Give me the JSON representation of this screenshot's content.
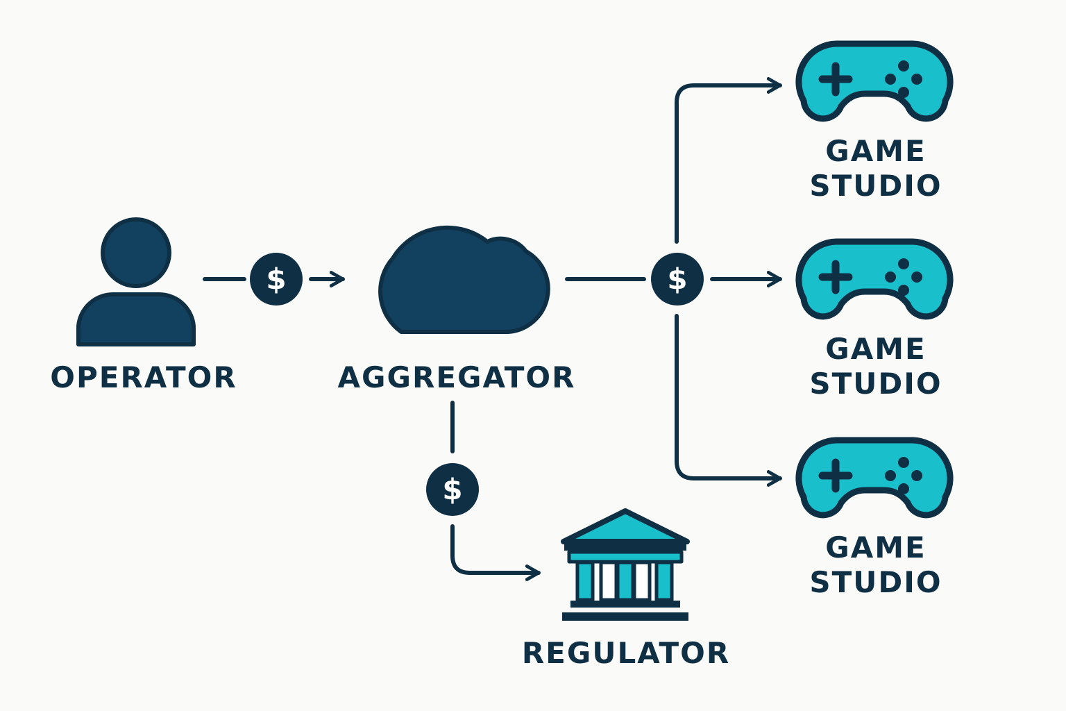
{
  "colors": {
    "background": "#fafaf8",
    "navy": "#0f2f45",
    "navy_fill": "#12415f",
    "teal": "#19bfca",
    "white": "#ffffff"
  },
  "nodes": {
    "operator": {
      "label": "OPERATOR",
      "icon": "person-icon"
    },
    "aggregator": {
      "label": "AGGREGATOR",
      "icon": "cloud-icon"
    },
    "regulator": {
      "label": "REGULATOR",
      "icon": "bank-building-icon"
    },
    "studios": [
      {
        "label_line1": "GAME",
        "label_line2": "STUDIO",
        "icon": "gamepad-icon"
      },
      {
        "label_line1": "GAME",
        "label_line2": "STUDIO",
        "icon": "gamepad-icon"
      },
      {
        "label_line1": "GAME",
        "label_line2": "STUDIO",
        "icon": "gamepad-icon"
      }
    ]
  },
  "payment_badges": [
    {
      "symbol": "$",
      "icon": "dollar-icon"
    },
    {
      "symbol": "$",
      "icon": "dollar-icon"
    },
    {
      "symbol": "$",
      "icon": "dollar-icon"
    }
  ]
}
